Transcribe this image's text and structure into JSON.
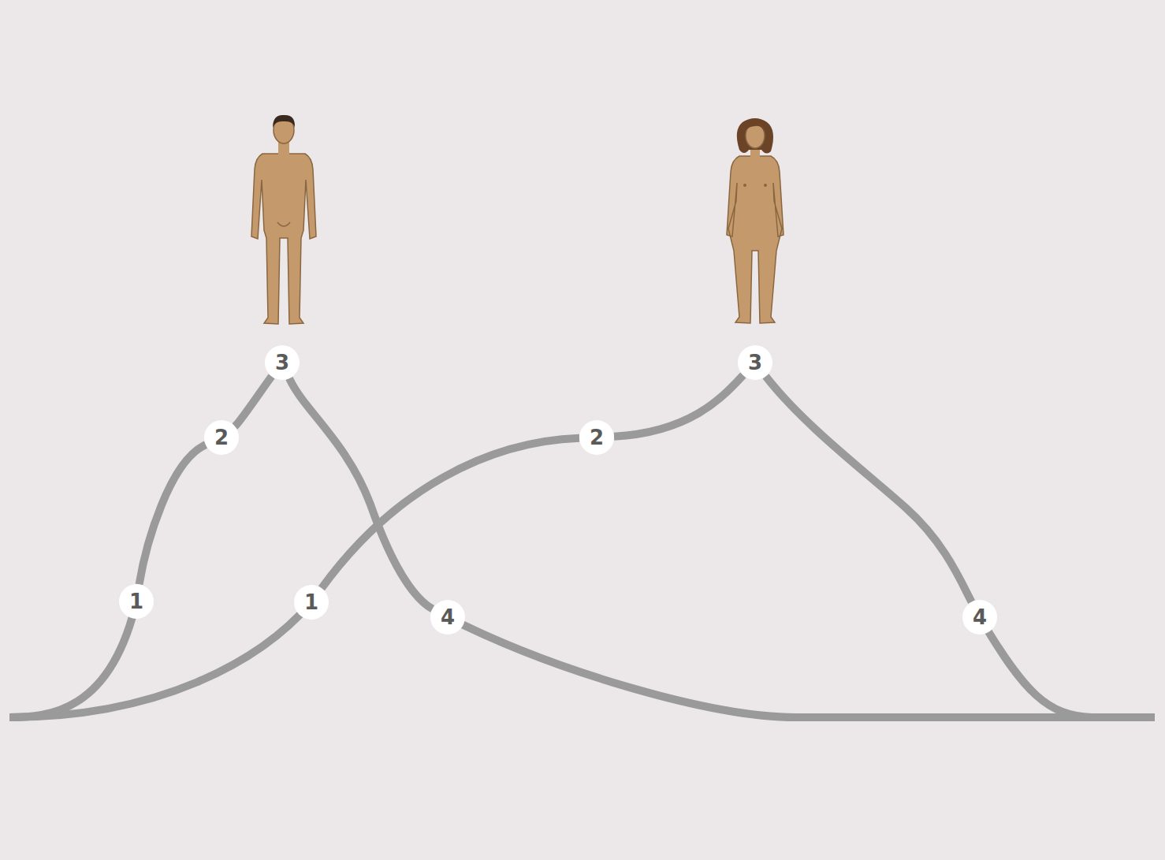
{
  "diagram": {
    "nodes": [
      {
        "text": [
          "1"
        ]
      },
      {
        "text": [
          "2"
        ]
      },
      {
        "text": [
          "3"
        ]
      },
      {
        "text": [
          "4"
        ]
      },
      {
        "text": [
          "1"
        ]
      },
      {
        "text": [
          "2"
        ]
      },
      {
        "text": [
          "3"
        ]
      },
      {
        "text": [
          "4"
        ]
      }
    ],
    "edges": [
      {
        "from": 0,
        "to": 1,
        "arrow": "none"
      },
      {
        "from": 1,
        "to": 2,
        "arrow": "none"
      },
      {
        "from": 2,
        "to": 3,
        "arrow": "none"
      },
      {
        "from": 4,
        "to": 5,
        "arrow": "none"
      },
      {
        "from": 5,
        "to": 6,
        "arrow": "none"
      },
      {
        "from": 6,
        "to": 7,
        "arrow": "none"
      }
    ]
  }
}
